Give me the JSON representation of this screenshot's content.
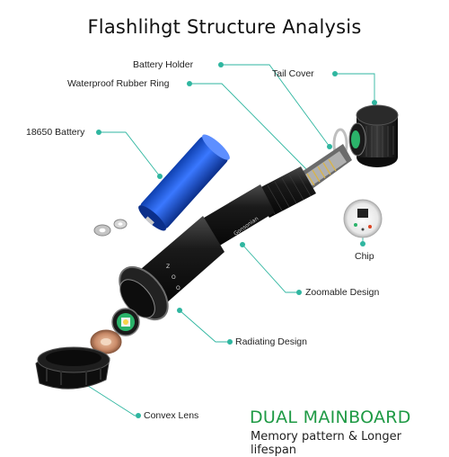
{
  "title": "Flashlihgt Structure Analysis",
  "labels": {
    "battery_holder": "Battery Holder",
    "waterproof_ring": "Waterproof Rubber Ring",
    "battery_18650": "18650 Battery",
    "tail_cover": "Tail Cover",
    "chip": "Chip",
    "zoomable_design": "Zoomable Design",
    "radiating_design": "Radiating Design",
    "convex_lens": "Convex Lens"
  },
  "footer": {
    "headline": "DUAL MAINBOARD",
    "subline": "Memory pattern & Longer lifespan"
  },
  "colors": {
    "accent_green": "#1f9a45",
    "leader_teal": "#2fb6a0",
    "battery_blue": "#1f57d6"
  }
}
